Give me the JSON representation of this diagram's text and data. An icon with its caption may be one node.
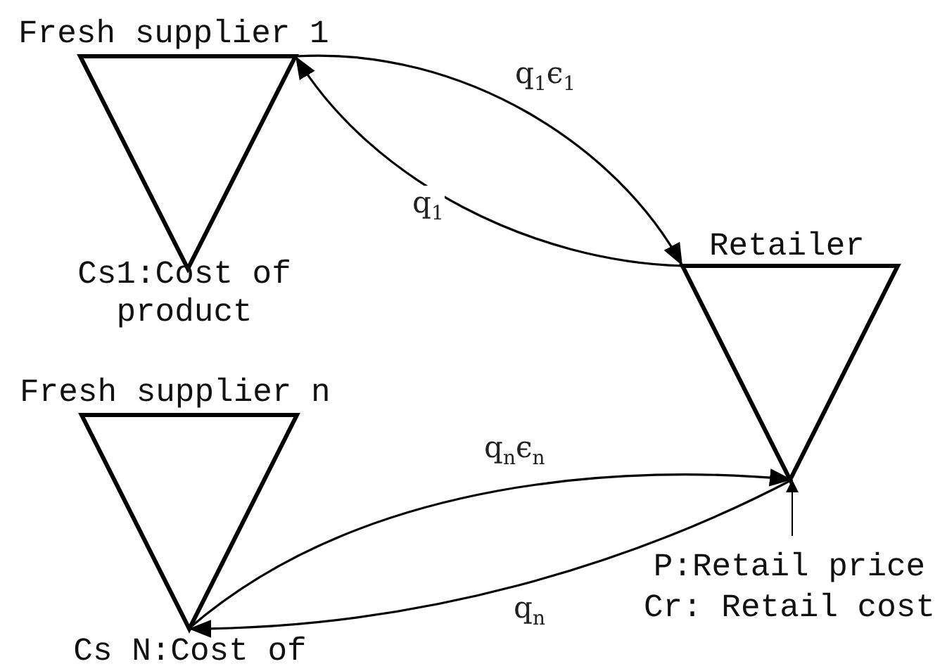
{
  "diagram": {
    "nodes": [
      {
        "text": [
          "Fresh supplier 1"
        ],
        "beside": [
          "Cs1:Cost of product"
        ]
      },
      {
        "text": [
          "Retailer"
        ]
      },
      {
        "text": [
          "Fresh supplier n"
        ],
        "beside": [
          "Cs N:Cost of"
        ]
      },
      {
        "text": [
          "P:Retail price",
          "Cr: Retail cost"
        ]
      }
    ],
    "edges": [
      {
        "from": 0,
        "to": 1,
        "arrow": "to",
        "label": "q$_{1}$ϵ$_{1}$"
      },
      {
        "from": 1,
        "to": 0,
        "arrow": "to",
        "label": "q$_{1}$"
      },
      {
        "from": 2,
        "to": 1,
        "arrow": "to",
        "label": "q$_{n}$ϵ$_{n}$"
      },
      {
        "from": 1,
        "to": 2,
        "arrow": "to",
        "label": "q$_{n}$"
      },
      {
        "from": 3,
        "to": 1,
        "arrow": "to"
      }
    ]
  }
}
